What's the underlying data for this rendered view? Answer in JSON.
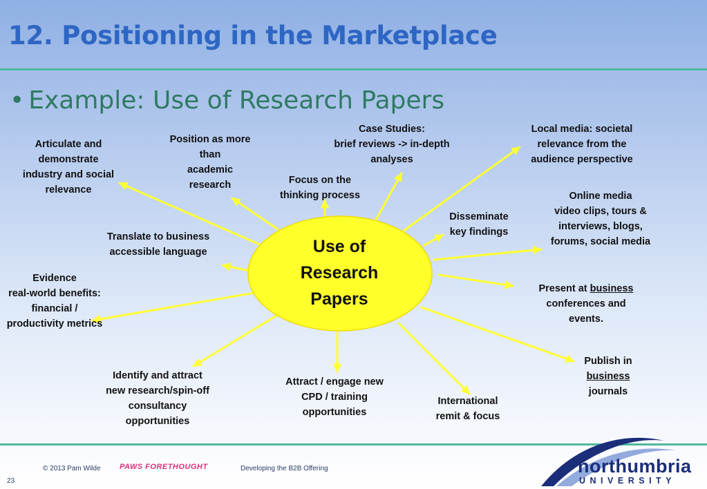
{
  "slide": {
    "title": "12. Positioning in the Marketplace",
    "subtitle_bullet": "•",
    "subtitle": "Example: Use of Research Papers"
  },
  "diagram": {
    "hub_lines": [
      "Use of",
      "Research",
      "Papers"
    ],
    "colors": {
      "arrow": "#ffff33",
      "hub_fill": "#ffff2a",
      "hub_stroke": "#f0dc00"
    },
    "labels": {
      "articulate": [
        "Articulate and",
        "demonstrate",
        "industry and social",
        "relevance"
      ],
      "position": [
        "Position as more",
        "than",
        "academic",
        "research"
      ],
      "case_studies": [
        "Case Studies:",
        "brief reviews -> in-depth",
        "analyses"
      ],
      "focus": [
        "Focus on the",
        "thinking process"
      ],
      "local_media": [
        "Local media: societal",
        "relevance from the",
        "audience perspective"
      ],
      "disseminate": [
        "Disseminate",
        "key findings"
      ],
      "online_media": [
        "Online media",
        "video clips, tours &",
        "interviews, blogs,",
        "forums, social media"
      ],
      "translate": [
        "Translate to business",
        "accessible language"
      ],
      "evidence": [
        "Evidence",
        "real-world benefits:",
        "financial /",
        "productivity metrics"
      ],
      "present": {
        "line1_prefix": "Present  at ",
        "line1_underlined": "business",
        "line2": "conferences and",
        "line3": "events."
      },
      "publish": {
        "line1": "Publish in",
        "line2_underlined": "business",
        "line3": "journals"
      },
      "identify": [
        "Identify and attract",
        "new research/spin-off",
        "consultancy",
        "opportunities"
      ],
      "attract": [
        "Attract / engage new",
        "CPD / training",
        "opportunities"
      ],
      "international": [
        "International",
        "remit & focus"
      ]
    }
  },
  "footer": {
    "copyright": "© 2013 Pam Wilde",
    "brand": "PAWS FORETHOUGHT",
    "course": "Developing the B2B Offering",
    "page_number": "23",
    "logo_word": "northumbria",
    "logo_sub": "UNIVERSITY",
    "colors": {
      "logo": "#1b2e7a",
      "brand": "#d9337a"
    }
  }
}
